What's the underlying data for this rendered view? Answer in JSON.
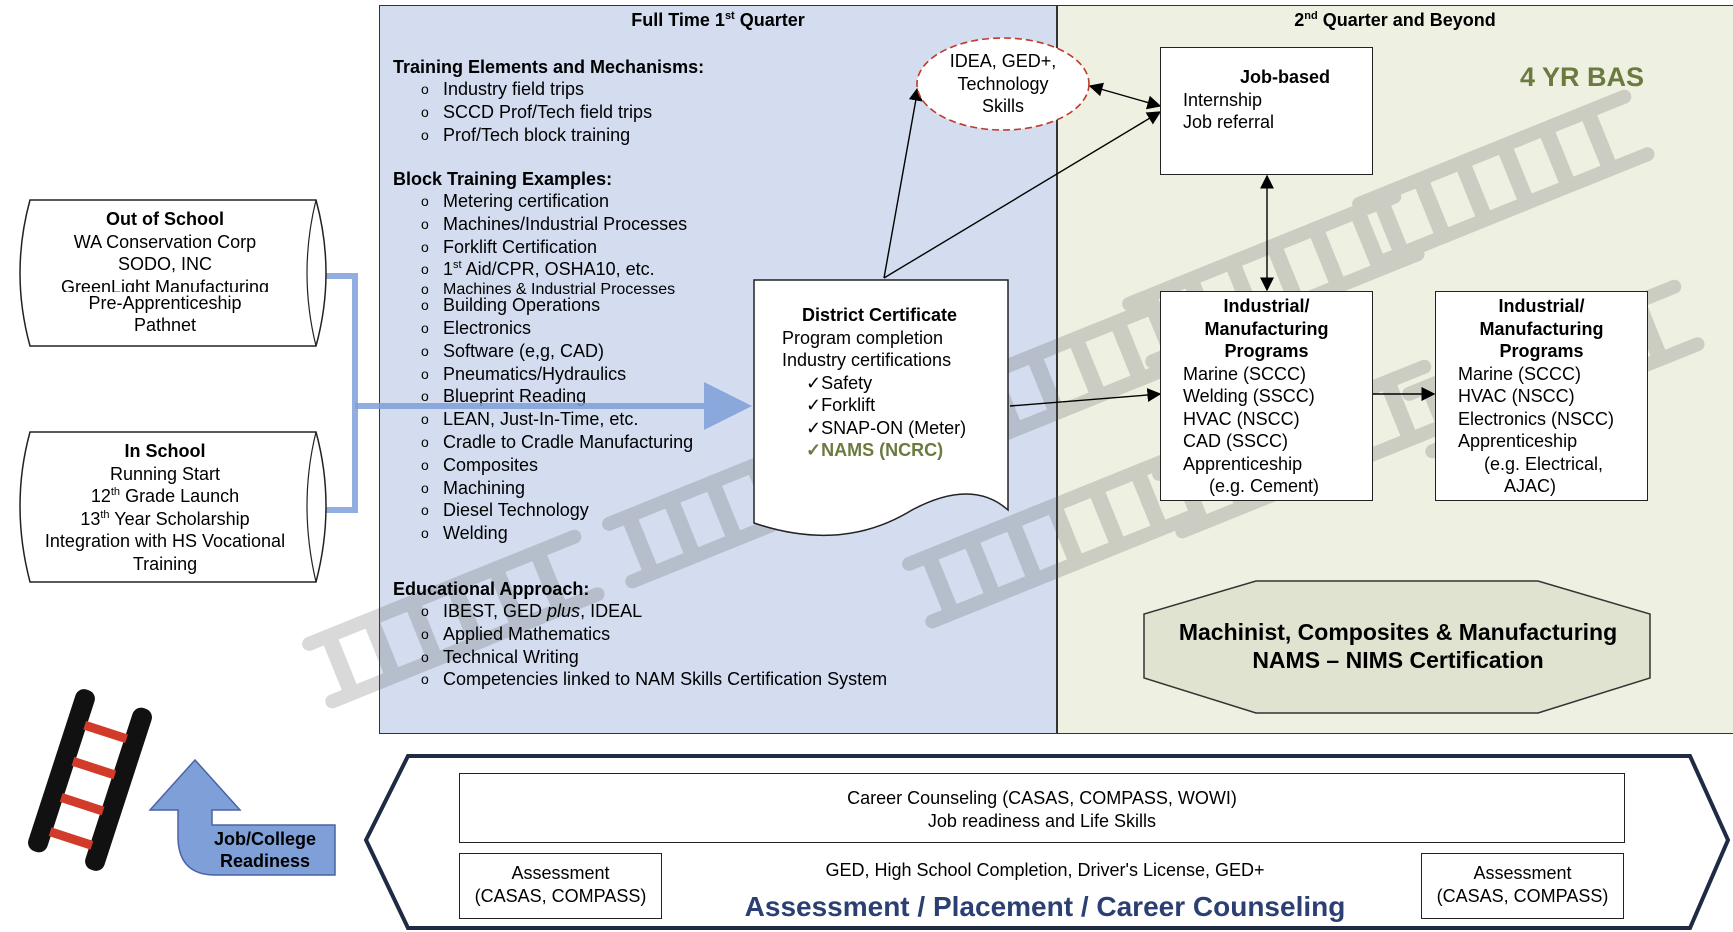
{
  "colors": {
    "q1_panel": "#d3ddef",
    "q2_panel": "#eef0e2",
    "accent_green": "#6b7a3f",
    "arrow_blue": "#7f9fd9",
    "title_navy": "#2b3f72",
    "octagon_fill": "#dfe3cf",
    "ladder_red": "#d23a2a"
  },
  "q1": {
    "title_pre": "Full Time 1",
    "title_sup": "st",
    "title_post": " Quarter"
  },
  "q2": {
    "title_sup": "nd",
    "title_pre": "2",
    "title_post": "  Quarter and Beyond",
    "badge": "4 YR BAS"
  },
  "training": {
    "heading": "Training Elements and Mechanisms:",
    "items": [
      "Industry field trips",
      "SCCD Prof/Tech field trips",
      "Prof/Tech block training"
    ]
  },
  "block": {
    "heading": "Block Training Examples:",
    "items": [
      "Metering certification",
      "Machines/Industrial Processes",
      "Forklift Certification",
      "1",
      "Machines & Industrial Processes",
      "Building Operations",
      "Electronics",
      "Software (e,g, CAD)",
      "Pneumatics/Hydraulics",
      "Blueprint Reading",
      "LEAN, Just-In-Time, etc.",
      "Cradle to Cradle Manufacturing",
      "Composites",
      "Machining",
      "Diesel Technology",
      "Welding"
    ],
    "first_aid_sup": "st",
    "first_aid_rest": " Aid/CPR, OSHA10, etc."
  },
  "education": {
    "heading": "Educational Approach:",
    "items": [
      "IBEST, GED ",
      "Applied Mathematics",
      "Technical Writing",
      "Competencies linked to NAM Skills Certification System"
    ],
    "plus": "plus",
    "ideal": ", IDEAL"
  },
  "out_school": {
    "title": "Out of School",
    "lines": [
      "WA Conservation Corp",
      "SODO, INC",
      "GreenLight Manufacturing",
      "Pre-Apprenticeship",
      "Pathnet"
    ]
  },
  "in_school": {
    "title": "In School",
    "line1": "Running Start",
    "l2a": "12",
    "l2sup": "th",
    "l2b": " Grade Launch",
    "l3a": "13",
    "l3sup": "th",
    "l3b": " Year Scholarship",
    "line4": "Integration with HS Vocational",
    "line5": "Training"
  },
  "idea": {
    "lines": [
      "IDEA, GED+,",
      "Technology",
      "Skills"
    ]
  },
  "district": {
    "title": "District Certificate",
    "lines": [
      "Program completion",
      "Industry certifications"
    ],
    "checks": [
      "Safety",
      "Forklift",
      "SNAP-ON (Meter)"
    ],
    "nams": "NAMS (NCRC)",
    "check_mark": "✓"
  },
  "job_based": {
    "title": "Job-based",
    "lines": [
      "Internship",
      "Job referral"
    ]
  },
  "ind1": {
    "title": [
      "Industrial/",
      "Manufacturing",
      "Programs"
    ],
    "lines": [
      "Marine (SCCC)",
      "Welding (SSCC)",
      "HVAC (NSCC)",
      "CAD (SSCC)",
      "Apprenticeship",
      "(e.g. Cement)"
    ]
  },
  "ind2": {
    "title": [
      "Industrial/",
      "Manufacturing",
      "Programs"
    ],
    "lines": [
      "Marine (SCCC)",
      "HVAC (NSCC)",
      "Electronics (NSCC)",
      "Apprenticeship",
      "(e.g. Electrical,",
      "AJAC)"
    ]
  },
  "octagon": {
    "line1": "Machinist, Composites & Manufacturing",
    "line2": "NAMS – NIMS Certification"
  },
  "bottom": {
    "counseling1": "Career Counseling (CASAS, COMPASS, WOWI)",
    "counseling2": "Job readiness and Life Skills",
    "center": "GED, High School Completion, Driver's License, GED+",
    "assess_left": [
      "Assessment",
      "(CASAS, COMPASS)"
    ],
    "assess_right": [
      "Assessment",
      "(CASAS, COMPASS)"
    ],
    "title": "Assessment / Placement / Career Counseling"
  },
  "readiness": {
    "line1": "Job/College",
    "line2": "Readiness"
  }
}
